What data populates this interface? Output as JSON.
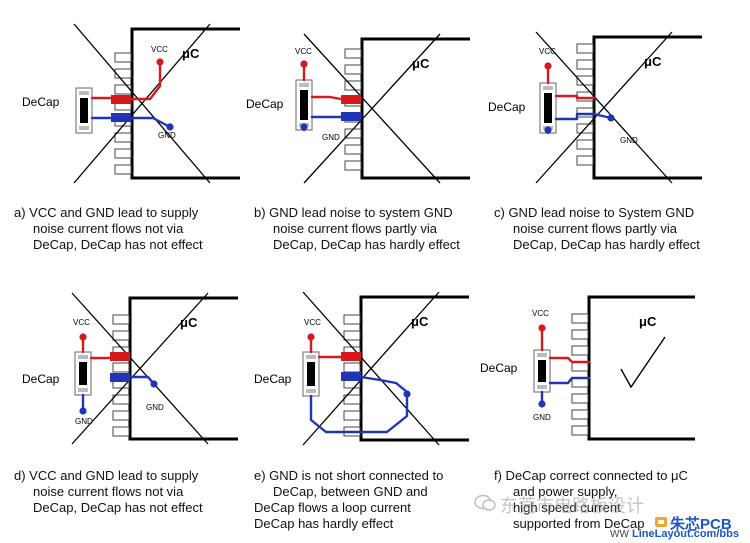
{
  "colors": {
    "vcc": "#d7191c",
    "gnd": "#1f35b4",
    "line": "#000000",
    "accent": "#e0261b"
  },
  "labels": {
    "decap": "DeCap",
    "vcc": "VCC",
    "gnd": "GND",
    "uc": "μC"
  },
  "panels": [
    {
      "id": "a",
      "caption": [
        "a) VCC and GND lead to supply",
        "noise current flows not via",
        "DeCap, DeCap has not effect"
      ]
    },
    {
      "id": "b",
      "caption": [
        "b) GND lead noise to system GND",
        "noise current flows partly via",
        "DeCap, DeCap has hardly effect"
      ]
    },
    {
      "id": "c",
      "caption": [
        "c) GND lead noise to System GND",
        "noise current flows partly via",
        "DeCap, DeCap has hardly effect"
      ]
    },
    {
      "id": "d",
      "caption": [
        "d) VCC and GND lead to supply",
        "noise current flows not via",
        "DeCap, DeCap has not effect"
      ]
    },
    {
      "id": "e",
      "caption": [
        "e) GND is not short connected to",
        "DeCap, between GND and",
        "DeCap flows a loop current",
        "DeCap has hardly effect"
      ]
    },
    {
      "id": "f",
      "caption": [
        "f) DeCap correct connected to μC",
        "and power supply,",
        "high speed current",
        "supported from DeCap"
      ]
    }
  ],
  "watermark": {
    "text": "东莞市电路板设计",
    "brand": "朱芯PCB",
    "url": "LineLayout.com/bbs",
    "prefix": "WW"
  }
}
